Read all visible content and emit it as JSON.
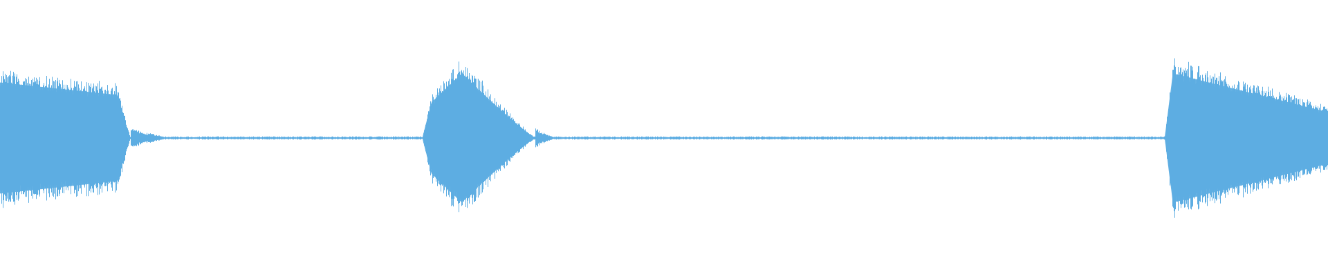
{
  "waveform": {
    "color": "#5DADE2",
    "background": "#FFFFFF",
    "duration_fraction_axis": "time",
    "segments": [
      {
        "name": "segment-1",
        "start": 0.0,
        "end": 0.098,
        "peak": 0.86,
        "shape": "decay",
        "tail": 0.03
      },
      {
        "name": "segment-2",
        "start": 0.318,
        "end": 0.403,
        "peak": 1.0,
        "shape": "swell",
        "tail": 0.015
      },
      {
        "name": "segment-3",
        "start": 0.877,
        "end": 1.0,
        "peak": 1.0,
        "shape": "attack-decay",
        "tail": 0.0
      }
    ],
    "noise_floor": 0.02,
    "center_fraction": 0.5
  }
}
